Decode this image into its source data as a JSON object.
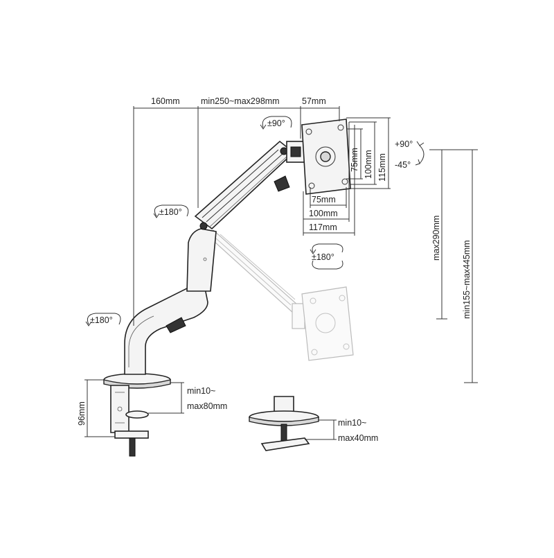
{
  "dimensions": {
    "arm_offset": "160mm",
    "arm_length": "min250~max298mm",
    "head_depth": "57mm",
    "vesa_h_75": "75mm",
    "vesa_h_100": "100mm",
    "vesa_h_117": "117mm",
    "vesa_v_75": "75mm",
    "vesa_v_100": "100mm",
    "vesa_v_115": "115mm",
    "height_max": "max290mm",
    "height_range": "min155~max445mm",
    "clamp_height": "96mm",
    "clamp_range_line1": "min10~",
    "clamp_range_line2": "max80mm",
    "grommet_range_line1": "min10~",
    "grommet_range_line2": "max40mm"
  },
  "rotations": {
    "head_rotate": "±90°",
    "tilt_up": "+90°",
    "tilt_down": "-45°",
    "elbow_swivel": "±180°",
    "head_swivel": "±180°",
    "base_swivel": "±180°"
  }
}
